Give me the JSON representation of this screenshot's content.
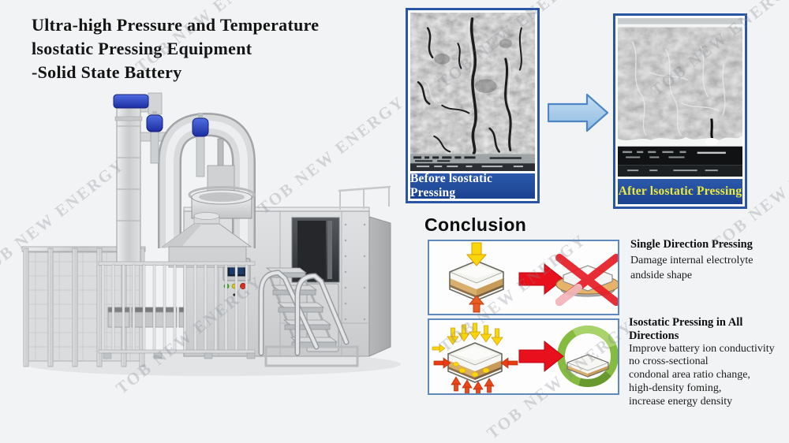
{
  "page": {
    "background": "#f2f3f4"
  },
  "title": {
    "lines": [
      "Ultra-high Pressure and Temperature",
      "lsostatic Pressing Equipment",
      "-Solid State Battery"
    ]
  },
  "watermark": {
    "text": "TOB NEW ENERGY"
  },
  "equipment": {
    "illustration": "isostatic-press-machine"
  },
  "comparison": {
    "before_label": "Before lsostatic Pressing",
    "after_label": "After lsostatic Pressing",
    "before_image": "sem-micrograph-cracked",
    "after_image": "sem-micrograph-dense",
    "arrow_icon": "right-arrow-icon"
  },
  "conclusion": {
    "heading": "Conclusion",
    "single_direction": {
      "title": "Single Direction Pressing",
      "lines": [
        "Damage internal electrolyte",
        "andside shape"
      ],
      "diagram": "uniaxial-press-damaged-cell"
    },
    "isostatic": {
      "title": "Isostatic Pressing in All Directions",
      "lines": [
        "Improve battery ion conductivity",
        "no cross-sectional",
        "condonal area ratio change,",
        "high-density foming,",
        "increase energy density"
      ],
      "diagram": "isostatic-press-good-cell"
    }
  },
  "colors": {
    "banner_blue": "#1e4f9f",
    "frame_blue": "#2a55a5",
    "after_label_yellow": "#eeea3c",
    "box_border_blue": "#6089bb",
    "red_arrow": "#e8101c",
    "yellow_arrow": "#fad60a",
    "orange_arrow": "#ea5c22",
    "green_ring": "#85bb3f",
    "comparison_arrow_fill": "#aacbe9",
    "cell_tan": "#d8b06c"
  }
}
